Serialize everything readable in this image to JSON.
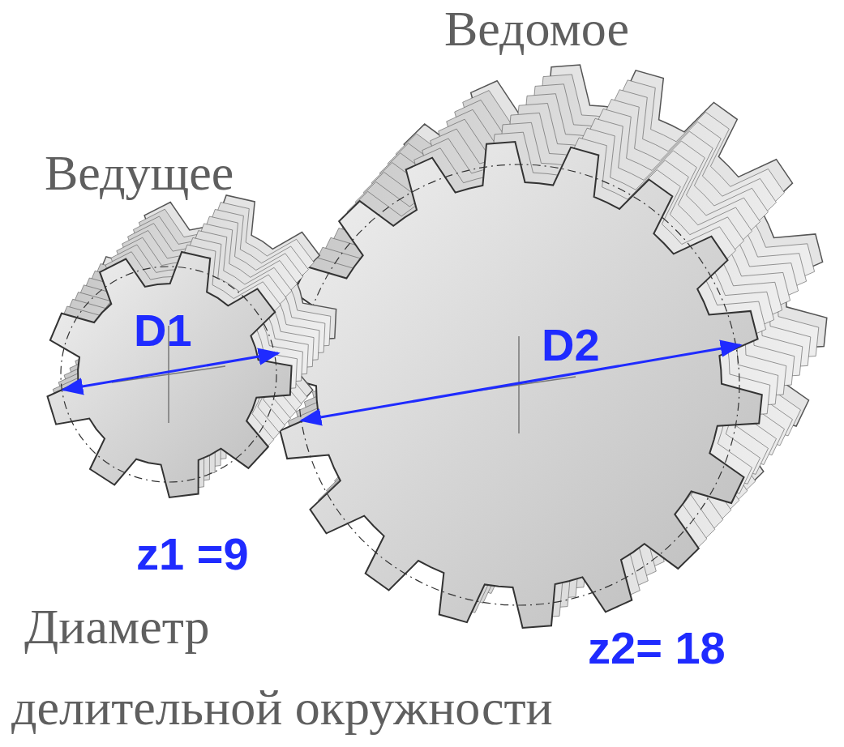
{
  "diagram": {
    "labels": [
      "Ведомое",
      "Ведущее",
      "D1",
      "D2",
      "z1 =9",
      "Диаметр",
      "z2= 18",
      "делительной окружности"
    ]
  }
}
